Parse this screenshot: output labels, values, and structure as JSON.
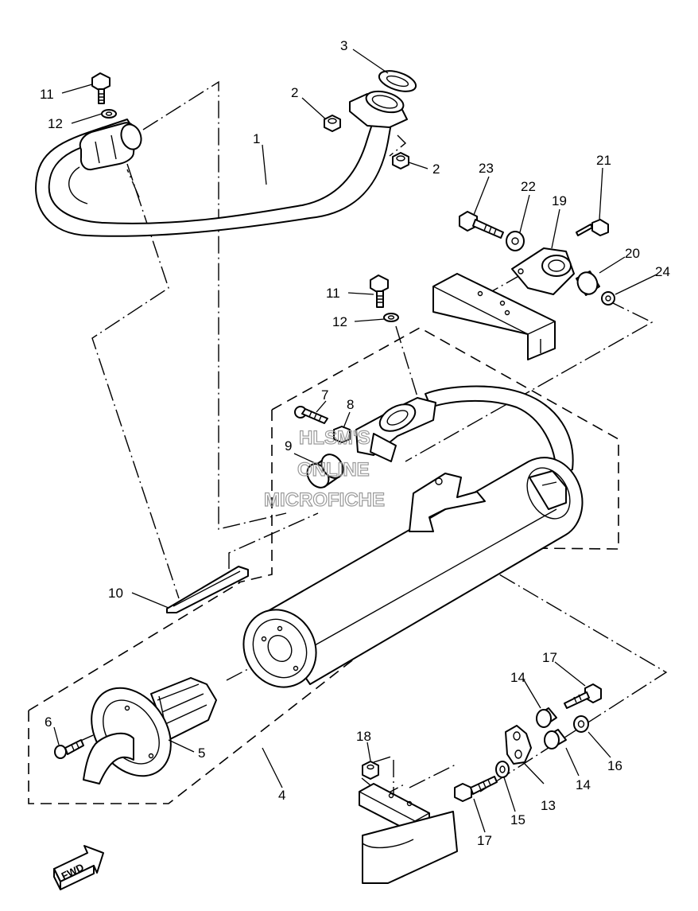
{
  "callouts": {
    "p1": "1",
    "p2a": "2",
    "p2b": "2",
    "p3": "3",
    "p4": "4",
    "p5": "5",
    "p6": "6",
    "p7": "7",
    "p8": "8",
    "p9": "9",
    "p10": "10",
    "p11a": "11",
    "p11b": "11",
    "p12a": "12",
    "p12b": "12",
    "p13": "13",
    "p14a": "14",
    "p14b": "14",
    "p15": "15",
    "p16": "16",
    "p17a": "17",
    "p17b": "17",
    "p18": "18",
    "p19": "19",
    "p20": "20",
    "p21": "21",
    "p22": "22",
    "p23": "23",
    "p24": "24"
  },
  "watermark": {
    "line1": "HLSM'S",
    "line2": "ONLINE",
    "line3": "MICROFICHE"
  },
  "direction_label": "FWD"
}
